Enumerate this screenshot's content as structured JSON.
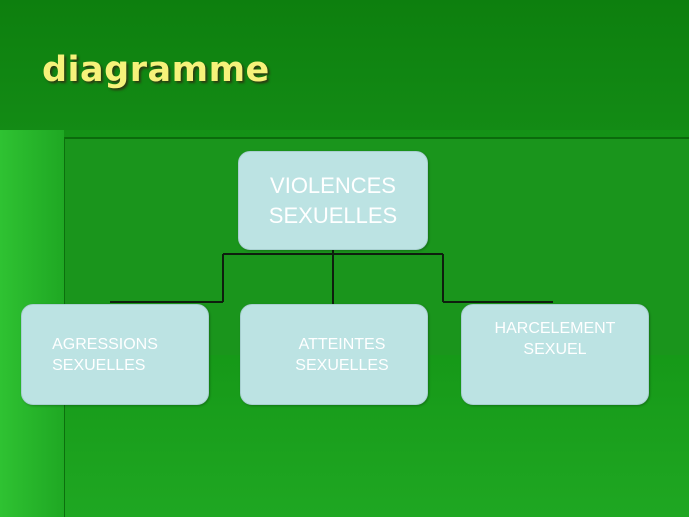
{
  "slide": {
    "title": "diagramme"
  },
  "diagram": {
    "root": {
      "label": "VIOLENCES\nSEXUELLES"
    },
    "children": [
      {
        "label": "AGRESSIONS\nSEXUELLES"
      },
      {
        "label": "ATTEINTES\nSEXUELLES"
      },
      {
        "label": "HARCELEMENT\nSEXUEL"
      }
    ]
  },
  "colors": {
    "title": "#f6f27a",
    "box_fill": "#bce3e3",
    "box_text": "#ffffff",
    "connector": "#0e1f0e"
  }
}
